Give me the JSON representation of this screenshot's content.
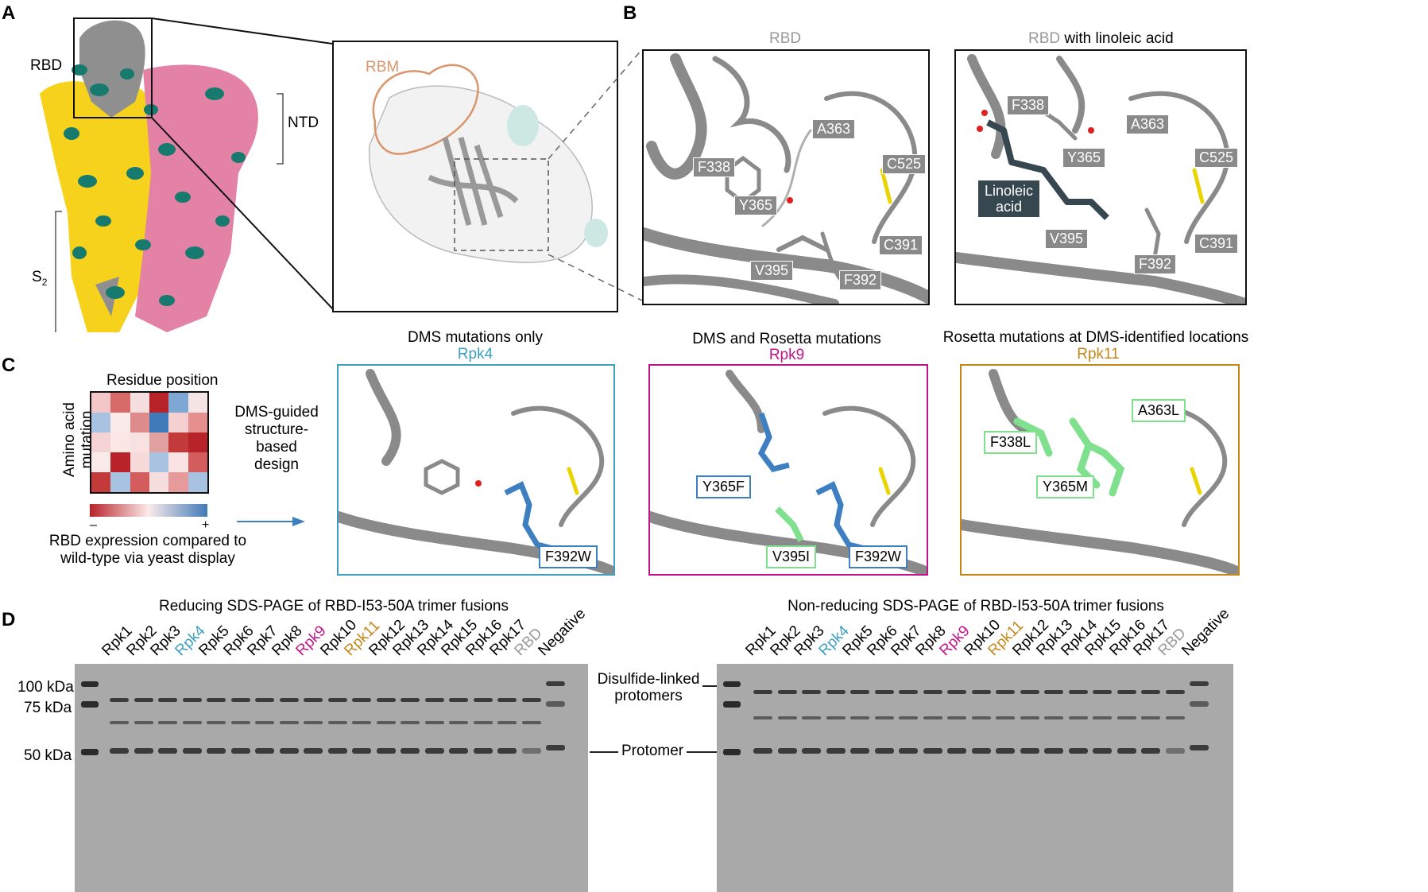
{
  "colors": {
    "rbd_grey": "#8f8f8f",
    "yellow": "#f6d21c",
    "pink": "#e382a5",
    "teal": "#177a6e",
    "rbm": "#d9956b",
    "rpk4": "#3d9ec0",
    "rpk9": "#c0148c",
    "rpk11": "#c4871a",
    "mut_blue": "#3d7fc1",
    "mut_green": "#7fe08d",
    "linoleic": "#37474f"
  },
  "panel_a": {
    "letter": "A",
    "rbd": "RBD",
    "ntd": "NTD",
    "s2": "S",
    "s2_sub": "2",
    "rbm": "RBM"
  },
  "panel_b": {
    "letter": "B",
    "title_left": "RBD",
    "title_right_rbd": "RBD",
    "title_right_rest": " with linoleic acid",
    "left_labels": [
      "F338",
      "A363",
      "C525",
      "Y365",
      "C391",
      "V395",
      "F392"
    ],
    "right_labels": [
      "F338",
      "A363",
      "Y365",
      "C525",
      "V395",
      "F392",
      "C391"
    ],
    "linoleic_label": [
      "Linoleic",
      "acid"
    ]
  },
  "panel_c": {
    "letter": "C",
    "heatmap_title": "Residue position",
    "heatmap_ylabel": [
      "Amino acid",
      "mutation"
    ],
    "scale_min": "–",
    "scale_max": "+",
    "scale_caption": [
      "RBD expression compared to",
      "wild-type via yeast display"
    ],
    "arrow_text": [
      "DMS-guided",
      "structure-based",
      "design"
    ],
    "heatmap": [
      [
        "#f3c7c7",
        "#d86a6a",
        "#f7dede",
        "#b8232a",
        "#7fa7d3",
        "#f5e4e4"
      ],
      [
        "#a8c3e2",
        "#fbeaea",
        "#de8b8b",
        "#3f7ab8",
        "#f6d0d0",
        "#e58f8f"
      ],
      [
        "#f3d3d3",
        "#fbe6e6",
        "#f7e1e1",
        "#e1a1a1",
        "#c33a3a",
        "#b8232a"
      ],
      [
        "#fbeaea",
        "#b8232a",
        "#f6dada",
        "#a8c3e2",
        "#f9e3e3",
        "#d35d5d"
      ],
      [
        "#c33a3a",
        "#a8c3e2",
        "#d35d5d",
        "#f7dede",
        "#e69a9a",
        "#a8c3e2"
      ]
    ],
    "designs": [
      {
        "title": "DMS mutations only",
        "name": "Rpk4",
        "muts": [
          "F392W"
        ]
      },
      {
        "title": "DMS and Rosetta mutations",
        "name": "Rpk9",
        "muts": [
          "Y365F",
          "V395I",
          "F392W"
        ]
      },
      {
        "title": "Rosetta mutations at DMS-identified locations",
        "name": "Rpk11",
        "muts": [
          "F338L",
          "A363L",
          "Y365M"
        ]
      }
    ]
  },
  "panel_d": {
    "letter": "D",
    "left_title": "Reducing SDS-PAGE of RBD-I53-50A trimer fusions",
    "right_title": "Non-reducing SDS-PAGE of RBD-I53-50A trimer fusions",
    "lanes": [
      "Rpk1",
      "Rpk2",
      "Rpk3",
      "Rpk4",
      "Rpk5",
      "Rpk6",
      "Rpk7",
      "Rpk8",
      "Rpk9",
      "Rpk10",
      "Rpk11",
      "Rpk12",
      "Rpk13",
      "Rpk14",
      "Rpk15",
      "Rpk16",
      "Rpk17",
      "RBD",
      "Negative"
    ],
    "markers": [
      "100 kDa",
      "75 kDa",
      "50 kDa"
    ],
    "disulfide_label": [
      "Disulfide-linked",
      "protomers"
    ],
    "protomer_label": "Protomer"
  }
}
